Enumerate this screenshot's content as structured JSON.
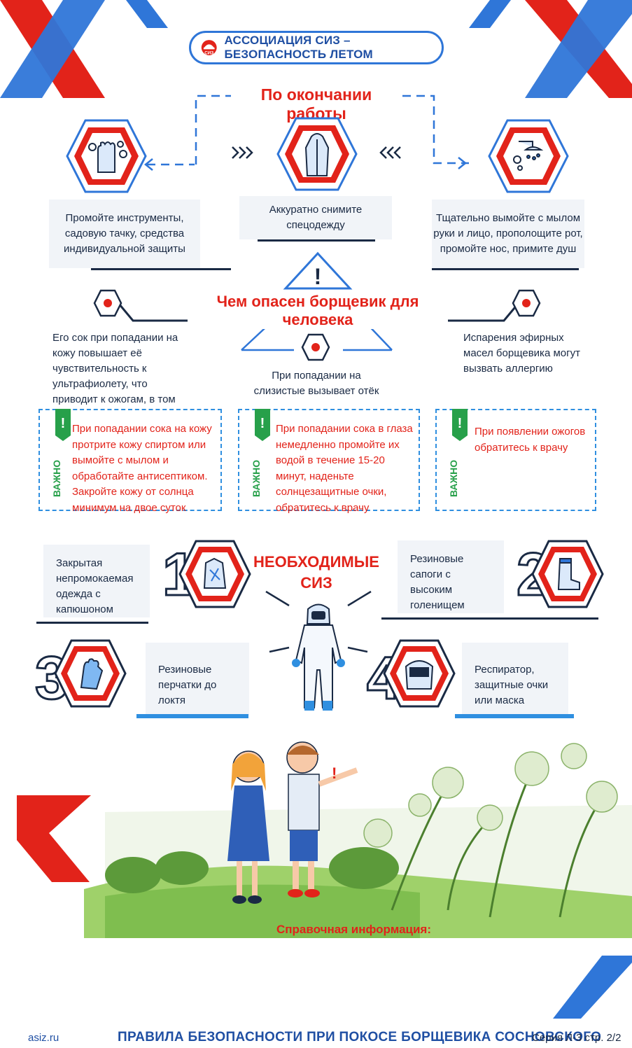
{
  "header": {
    "title": "АССОЦИАЦИЯ СИЗ – БЕЗОПАСНОСТЬ ЛЕТОМ",
    "logo_text": "СИЗ"
  },
  "after_work": {
    "title": "По окончании работы",
    "steps": [
      {
        "text": "Промойте инструменты, садовую тачку, средства индивидуальной защиты",
        "icon": "washing-gloves-icon"
      },
      {
        "text": "Аккуратно снимите спецодежду",
        "icon": "protective-suit-icon"
      },
      {
        "text": "Тщательно вымойте с мылом руки и лицо, прополощите рот, промойте нос, примите душ",
        "icon": "shower-icon"
      }
    ]
  },
  "danger": {
    "title": "Чем опасен борщевик для человека",
    "items": [
      "Его сок при попадании на кожу повышает её чувствительность к ультрафиолету, что приводит к ожогам, в том числе III степени",
      "При попадании на слизистые вызывает отёк",
      "Испарения эфирных масел борщевика могут вызвать аллергию"
    ]
  },
  "important": {
    "label": "ВАЖНО",
    "mark": "!",
    "items": [
      "При попадании сока на кожу протрите кожу спиртом или вымойте с мылом и обработайте антисептиком. Закройте кожу от солнца минимум на двое суток",
      "При попадании сока в глаза немедленно промойте их водой в течение 15-20 минут, наденьте солнцезащитные очки, обратитесь к врачу",
      "При появлении ожогов обратитесь к врачу"
    ]
  },
  "ppe": {
    "title_line1": "НЕОБХОДИМЫЕ",
    "title_line2": "СИЗ",
    "items": [
      {
        "num": "1",
        "text": "Закрытая непромокаемая одежда с капюшоном",
        "icon": "raincoat-icon"
      },
      {
        "num": "2",
        "text": "Резиновые сапоги с высоким голенищем",
        "icon": "boot-icon"
      },
      {
        "num": "3",
        "text": "Резиновые перчатки до локтя",
        "icon": "glove-icon"
      },
      {
        "num": "4",
        "text": "Респиратор, защитные очки или маска",
        "icon": "face-shield-icon"
      }
    ]
  },
  "reference": {
    "label": "Справочная информация:"
  },
  "footer": {
    "site": "asiz.ru",
    "title": "ПРАВИЛА БЕЗОПАСНОСТИ ПРИ ПОКОСЕ БОРЩЕВИКА СОСНОВСКОГО",
    "series": "Серия Л-3 стр. 2/2"
  },
  "colors": {
    "red": "#e2231a",
    "blue": "#2f76d8",
    "navy": "#1a2a44",
    "green": "#27a04a",
    "light_blue": "#2f8fe0"
  }
}
